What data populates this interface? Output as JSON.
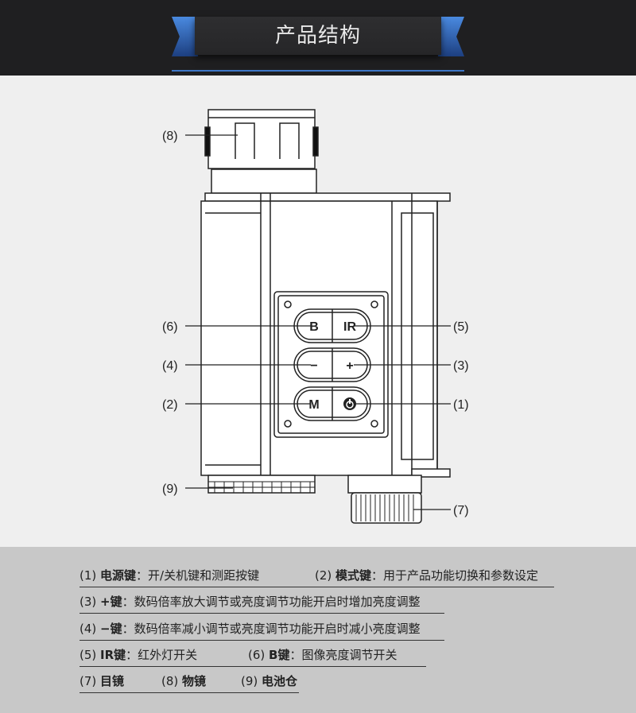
{
  "header": {
    "title": "产品结构"
  },
  "callouts": {
    "c1": "(1)",
    "c2": "(2)",
    "c3": "(3)",
    "c4": "(4)",
    "c5": "(5)",
    "c6": "(6)",
    "c7": "(7)",
    "c8": "(8)",
    "c9": "(9)"
  },
  "buttons": {
    "b": "B",
    "ir": "IR",
    "minus": "−",
    "plus": "+",
    "m": "M"
  },
  "legend": [
    [
      {
        "num": "(1)",
        "name": "电源键",
        "desc": "：开/关机键和测距按键"
      },
      {
        "num": "(2)",
        "name": "模式键",
        "desc": "：用于产品功能切换和参数设定"
      }
    ],
    [
      {
        "num": "(3)",
        "name": "+键",
        "desc": "：数码倍率放大调节或亮度调节功能开启时增加亮度调整"
      }
    ],
    [
      {
        "num": "(4)",
        "name": "−键",
        "desc": "：数码倍率减小调节或亮度调节功能开启时减小亮度调整"
      }
    ],
    [
      {
        "num": "(5)",
        "name": "IR键",
        "desc": "：红外灯开关"
      },
      {
        "num": "(6)",
        "name": "B键",
        "desc": "：图像亮度调节开关"
      }
    ],
    [
      {
        "num": "(7)",
        "name": "目镜",
        "desc": ""
      },
      {
        "num": "(8)",
        "name": "物镜",
        "desc": ""
      },
      {
        "num": "(9)",
        "name": "电池仓",
        "desc": ""
      }
    ]
  ]
}
